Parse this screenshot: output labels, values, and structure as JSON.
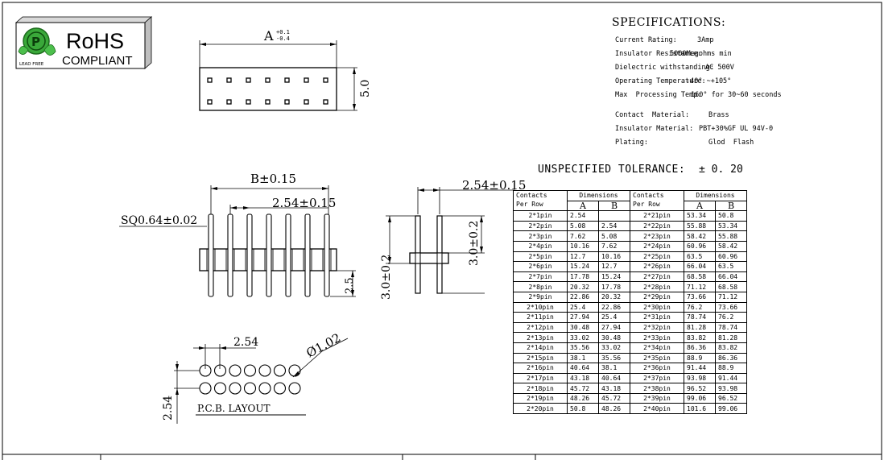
{
  "rohs": {
    "main": "RoHS",
    "sub": "COMPLIANT",
    "lead_free": "LEAD FREE",
    "logo_letter": "P"
  },
  "top_view": {
    "dim_a": "A",
    "dim_a_tol_plus": "+0.1",
    "dim_a_tol_minus": "-0.4",
    "dim_height": "5.0"
  },
  "front_view": {
    "dim_b": "B±0.15",
    "pitch": "2.54±0.15",
    "pin_size": "SQ0.64±0.02",
    "bottom_len": "2.5"
  },
  "side_view": {
    "pitch": "2.54±0.15",
    "top_len": "3.0±0.2",
    "bottom_len": "3.0±0.2"
  },
  "pcb": {
    "pitch_x": "2.54",
    "hole": "Ø1.02",
    "pitch_y": "2.54",
    "label": "P.C.B. LAYOUT"
  },
  "specs": {
    "title": "SPECIFICATIONS:",
    "rows": [
      {
        "label": "Current Rating:",
        "value": "3Amp"
      },
      {
        "label": "Insulator Resistance:",
        "value": "5000Megohms min"
      },
      {
        "label": "Dielectric withstanding:",
        "value": "AC 500V"
      },
      {
        "label": "Operating Temperature:",
        "value": "-40° ~+105°"
      },
      {
        "label": "Max  Processing Temp:",
        "value": "160° for 30~60 seconds"
      },
      {
        "label": "Contact  Material:",
        "value": "Brass"
      },
      {
        "label": "Insulator Material:",
        "value": "PBT+30%GF UL 94V-0"
      },
      {
        "label": "Plating:",
        "value": "Glod  Flash"
      }
    ]
  },
  "tolerance": {
    "label": "UNSPECIFIED  TOLERANCE:",
    "value": "± 0. 20"
  },
  "table": {
    "header_contacts": "Contacts",
    "header_per_row": "Per Row",
    "header_dimensions": "Dimensions",
    "header_a": "A",
    "header_b": "B",
    "left": [
      [
        "2*1pin",
        "2.54",
        ""
      ],
      [
        "2*2pin",
        "5.08",
        "2.54"
      ],
      [
        "2*3pin",
        "7.62",
        "5.08"
      ],
      [
        "2*4pin",
        "10.16",
        "7.62"
      ],
      [
        "2*5pin",
        "12.7",
        "10.16"
      ],
      [
        "2*6pin",
        "15.24",
        "12.7"
      ],
      [
        "2*7pin",
        "17.78",
        "15.24"
      ],
      [
        "2*8pin",
        "20.32",
        "17.78"
      ],
      [
        "2*9pin",
        "22.86",
        "20.32"
      ],
      [
        "2*10pin",
        "25.4",
        "22.86"
      ],
      [
        "2*11pin",
        "27.94",
        "25.4"
      ],
      [
        "2*12pin",
        "30.48",
        "27.94"
      ],
      [
        "2*13pin",
        "33.02",
        "30.48"
      ],
      [
        "2*14pin",
        "35.56",
        "33.02"
      ],
      [
        "2*15pin",
        "38.1",
        "35.56"
      ],
      [
        "2*16pin",
        "40.64",
        "38.1"
      ],
      [
        "2*17pin",
        "43.18",
        "40.64"
      ],
      [
        "2*18pin",
        "45.72",
        "43.18"
      ],
      [
        "2*19pin",
        "48.26",
        "45.72"
      ],
      [
        "2*20pin",
        "50.8",
        "48.26"
      ]
    ],
    "right": [
      [
        "2*21pin",
        "53.34",
        "50.8"
      ],
      [
        "2*22pin",
        "55.88",
        "53.34"
      ],
      [
        "2*23pin",
        "58.42",
        "55.88"
      ],
      [
        "2*24pin",
        "60.96",
        "58.42"
      ],
      [
        "2*25pin",
        "63.5",
        "60.96"
      ],
      [
        "2*26pin",
        "66.04",
        "63.5"
      ],
      [
        "2*27pin",
        "68.58",
        "66.04"
      ],
      [
        "2*28pin",
        "71.12",
        "68.58"
      ],
      [
        "2*29pin",
        "73.66",
        "71.12"
      ],
      [
        "2*30pin",
        "76.2",
        "73.66"
      ],
      [
        "2*31pin",
        "78.74",
        "76.2"
      ],
      [
        "2*32pin",
        "81.28",
        "78.74"
      ],
      [
        "2*33pin",
        "83.82",
        "81.28"
      ],
      [
        "2*34pin",
        "86.36",
        "83.82"
      ],
      [
        "2*35pin",
        "88.9",
        "86.36"
      ],
      [
        "2*36pin",
        "91.44",
        "88.9"
      ],
      [
        "2*37pin",
        "93.98",
        "91.44"
      ],
      [
        "2*38pin",
        "96.52",
        "93.98"
      ],
      [
        "2*39pin",
        "99.06",
        "96.52"
      ],
      [
        "2*40pin",
        "101.6",
        "99.06"
      ]
    ]
  }
}
